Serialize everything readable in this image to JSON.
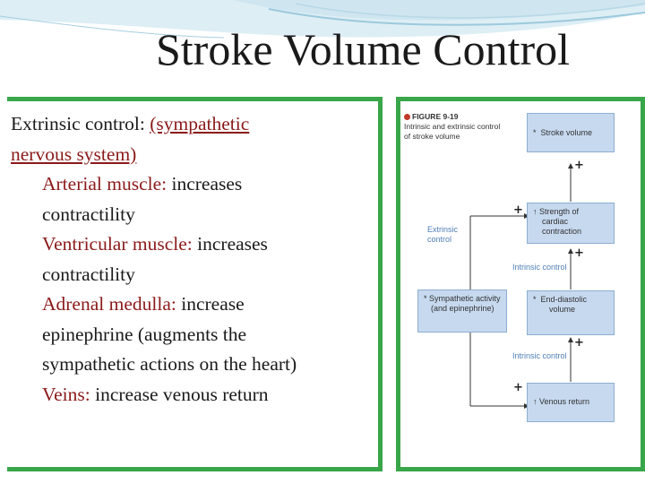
{
  "title": "Stroke Volume Control",
  "extrinsic": {
    "heading": "Extrinsic control:",
    "subheading_line1": "(sympathetic",
    "subheading_line2": "nervous system)"
  },
  "items": [
    {
      "name": "Arterial muscle:",
      "text1": "increases",
      "text2": "contractility"
    },
    {
      "name": "Ventricular muscle:",
      "text1": "increases",
      "text2": "contractility"
    },
    {
      "name": "Adrenal medulla:",
      "text1": "increase",
      "text2": "epinephrine (augments  the",
      "text3": "sympathetic actions on the heart)"
    },
    {
      "name": "Veins:",
      "text1": "increase venous return"
    }
  ],
  "figure": {
    "fig_label": "FIGURE 9-19",
    "caption_line1": "Intrinsic and extrinsic control",
    "caption_line2": "of stroke volume",
    "box_stroke_volume": "Stroke volume",
    "box_strength_line1": "Strength of",
    "box_strength_line2": "cardiac contraction",
    "box_edv_line1": "End-diastolic",
    "box_edv_line2": "volume",
    "box_sympathetic_line1": "Sympathetic activity",
    "box_sympathetic_line2": "(and epinephrine)",
    "box_venous": "Venous return",
    "label_extrinsic_line1": "Extrinsic",
    "label_extrinsic_line2": "control",
    "label_intrinsic_1": "Intrinsic control",
    "label_intrinsic_2": "Intrinsic control",
    "plus": "+",
    "up_arrow": "↑",
    "mark": "*"
  },
  "colors": {
    "frame_green": "#3aa64a",
    "accent_red": "#8b1a1a",
    "box_blue": "#c6d9ef",
    "label_blue": "#4f7fb8"
  }
}
